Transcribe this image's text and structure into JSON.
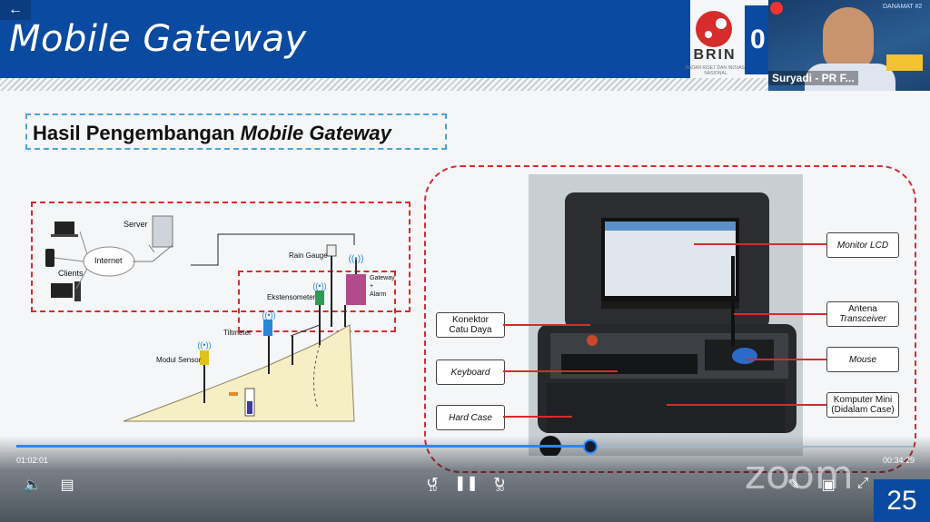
{
  "header": {
    "back_icon": "arrow-left-icon",
    "title": "Mobile Gateway",
    "logo_text": "BRIN",
    "logo_subtext": "BADAN RISET DAN INOVASI NASIONAL",
    "page_digit": "0",
    "colors": {
      "header_blue": "#0a4aa0",
      "accent_red": "#d62c2c"
    }
  },
  "participant_video": {
    "name": "Suryadi - PR F...",
    "tag": "DANAMAT #2"
  },
  "slide": {
    "subtitle_plain": "Hasil Pengembangan ",
    "subtitle_italic": "Mobile Gateway",
    "diagram": {
      "server": "Server",
      "internet": "Internet",
      "clients": "Clients",
      "rain_gauge": "Rain Gauge",
      "gateway": "Gateway\n+\nAlarm",
      "ekstensometer": "Ekstensometer",
      "tiltmeter": "Tiltmeter",
      "modul_sensor": "Modul Sensor"
    },
    "callouts": {
      "monitor": "Monitor LCD",
      "antena_line1": "Antena",
      "antena_line2": "Transceiver",
      "mouse": "Mouse",
      "komputer_line1": "Komputer Mini",
      "komputer_line2": "(Didalam Case)",
      "konektor_line1": "Konektor",
      "konektor_line2": "Catu Daya",
      "keyboard": "Keyboard",
      "hardcase": "Hard Case"
    }
  },
  "player": {
    "elapsed": "01:02:01",
    "remaining": "00:34:29",
    "progress_fraction": 0.64,
    "rewind_label": "10",
    "forward_label": "30",
    "watermark": "zoom",
    "page_number": "25"
  }
}
